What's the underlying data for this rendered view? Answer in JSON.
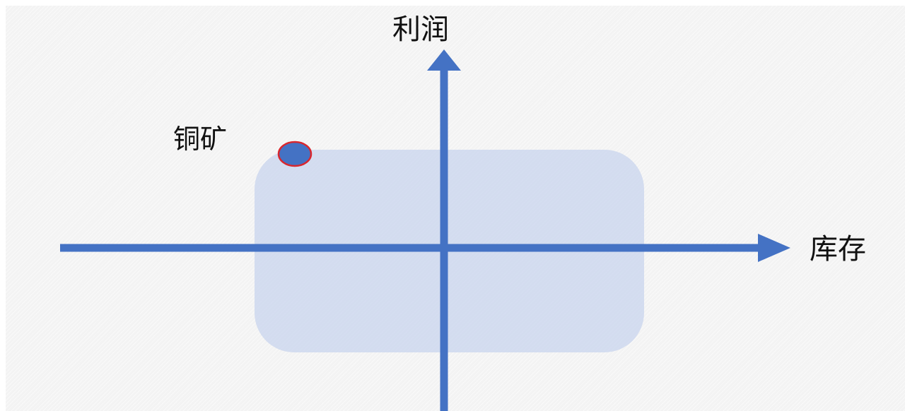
{
  "labels": {
    "y_axis": "利润",
    "x_axis": "库存",
    "point": "铜矿"
  },
  "colors": {
    "axis": "#4472c4",
    "zone": "#bccce9",
    "point_fill": "#4472c4",
    "point_stroke": "#d9272e",
    "label_text": "#111111"
  }
}
